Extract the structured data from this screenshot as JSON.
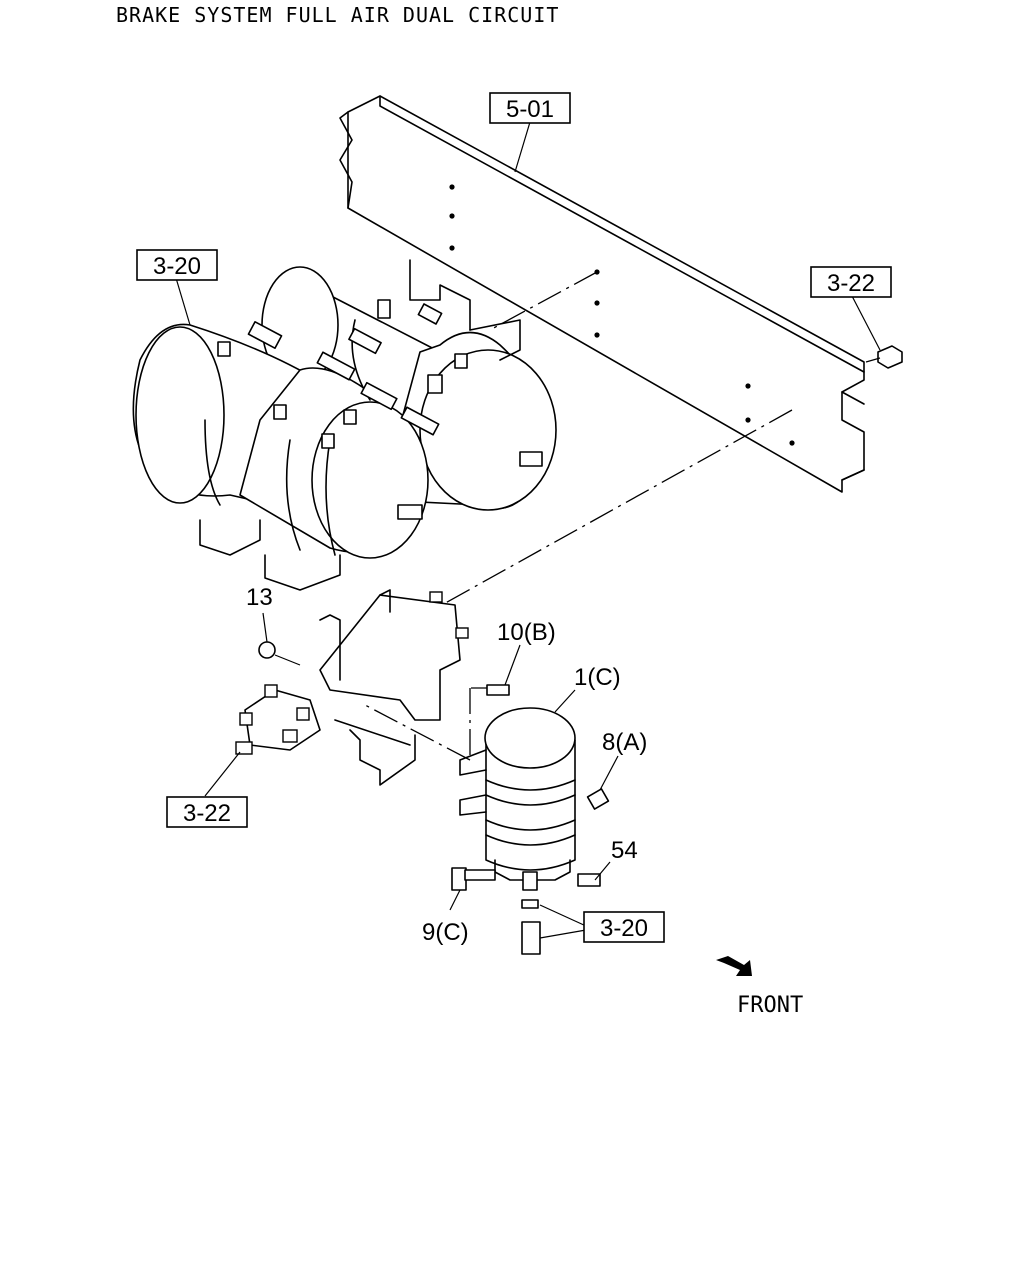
{
  "title": "BRAKE SYSTEM FULL AIR DUAL CIRCUIT",
  "references": {
    "frame": "5-01",
    "tanks": "3-20",
    "bolt": "3-22",
    "valve": "3-22",
    "drain": "3-20"
  },
  "callouts": {
    "nut": "13",
    "bolt_b": "10(B)",
    "dryer": "1(C)",
    "elbow_a": "8(A)",
    "tee": "54",
    "elbow_c": "9(C)"
  },
  "direction": "FRONT"
}
